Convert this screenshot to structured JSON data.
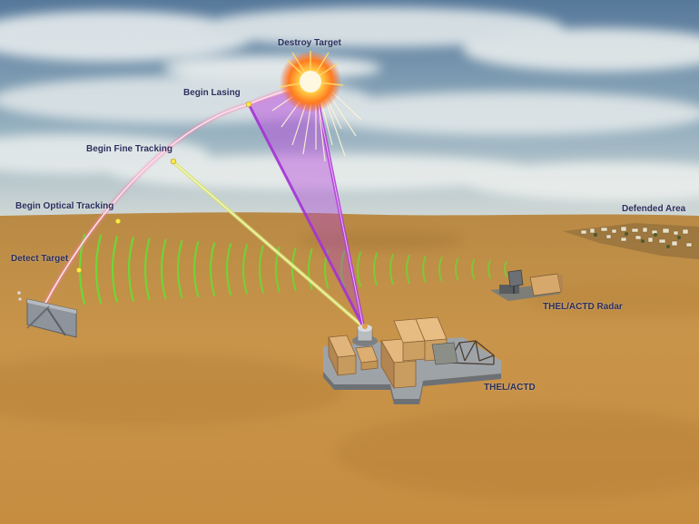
{
  "labels": {
    "destroy_target": "Destroy Target",
    "begin_lasing": "Begin Lasing",
    "begin_fine_tracking": "Begin Fine Tracking",
    "begin_optical_tracking": "Begin Optical Tracking",
    "detect_target": "Detect Target",
    "defended_area": "Defended Area",
    "thel_actd_radar": "THEL/ACTD Radar",
    "thel_actd": "THEL/ACTD"
  },
  "colors": {
    "sky_top": "#5f7f9f",
    "sky_horizon": "#c9d6dc",
    "desert": "#c89447",
    "desert_dark": "#a8732f",
    "trajectory": "#f2c6d8",
    "laser": "#b23ddb",
    "tracking_beam": "#d7e36a",
    "radar_wave": "#66dd33",
    "label_text": "#2b2f5e",
    "marker": "#ffe84a"
  }
}
